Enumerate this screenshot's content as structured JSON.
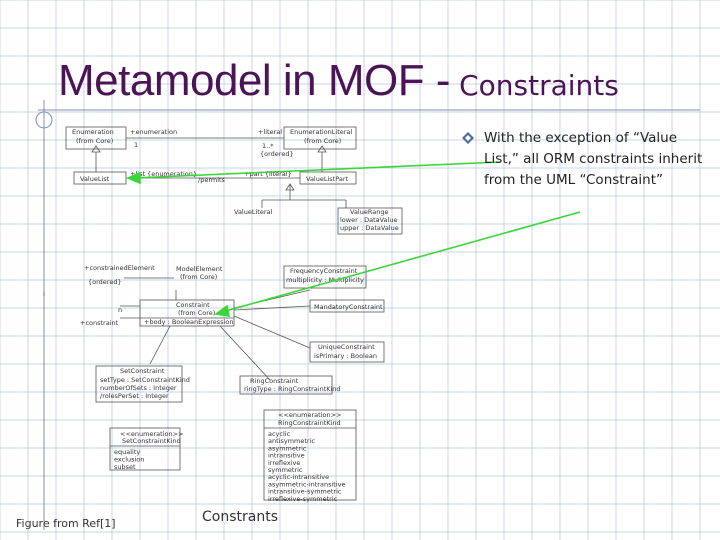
{
  "slide": {
    "title_main": "Metamodel in MOF -",
    "title_sub": "Constraints",
    "bullet": "With the exception of “Value List,” all ORM constraints inherit from the UML “Constraint”",
    "footer_left": "Figure from Ref[1]",
    "footer_center": "Constrants",
    "colors": {
      "title": "#4b1456",
      "grid": "#c9d3e4",
      "arrow": "#39d639",
      "bullet": "#4a6aa0"
    }
  },
  "diagram": {
    "enumeration_class": {
      "name": "Enumeration",
      "sub": "(from Core)"
    },
    "enumeration_literal_class": {
      "name": "EnumerationLiteral",
      "sub": "(from Core)"
    },
    "assoc_enumeration": "+enumeration",
    "assoc_literal": "+literal",
    "mult_1": "1",
    "mult_1_star": "1..*",
    "ordered": "{ordered}",
    "value_list": "ValueList",
    "list_enum_label": "+list {enumeration}",
    "part_literal_label": "+part {literal}",
    "permits": "/permits",
    "value_list_part": "ValueListPart",
    "value_literal": "ValueLiteral",
    "value_range": {
      "name": "ValueRange",
      "lower": "lower : DataValue",
      "upper": "upper : DataValue"
    },
    "constrained_element": "+constrainedElement",
    "ordered_short": "{ordered}",
    "model_element": {
      "name": "ModelElement",
      "sub": "(from Core)"
    },
    "frequency_constraint": {
      "name": "FrequencyConstraint",
      "attr": "multiplicity : Multiplicity"
    },
    "n_label": "n",
    "constraint_role": "+constraint",
    "constraint_class": {
      "name": "Constraint",
      "sub": "(from Core)",
      "attr": "+body : BooleanExpression"
    },
    "mandatory_constraint": "MandatoryConstraint",
    "uniqueness_constraint": {
      "name": "UniqueConstraint",
      "attr": "isPrimary : Boolean"
    },
    "set_constraint": {
      "name": "SetConstraint",
      "attrs": [
        "setType : SetConstraintKind",
        "numberOfSets : Integer",
        "/rolesPerSet : Integer"
      ]
    },
    "ring_constraint": {
      "name": "RingConstraint",
      "attr": "ringType : RingConstraintKind"
    },
    "ring_kind": {
      "stereo": "<<enumeration>>",
      "name": "RingConstraintKind",
      "values": [
        "acyclic",
        "antisymmetric",
        "asymmetric",
        "intransitive",
        "irreflexive",
        "symmetric",
        "acyclic-intransitive",
        "asymmetric-intransitive",
        "intransitive-symmetric",
        "irreflexive-symmetric"
      ]
    },
    "set_kind": {
      "stereo": "<<enumeration>>",
      "name": "SetConstraintKind",
      "values": [
        "equality",
        "exclusion",
        "subset"
      ]
    }
  }
}
